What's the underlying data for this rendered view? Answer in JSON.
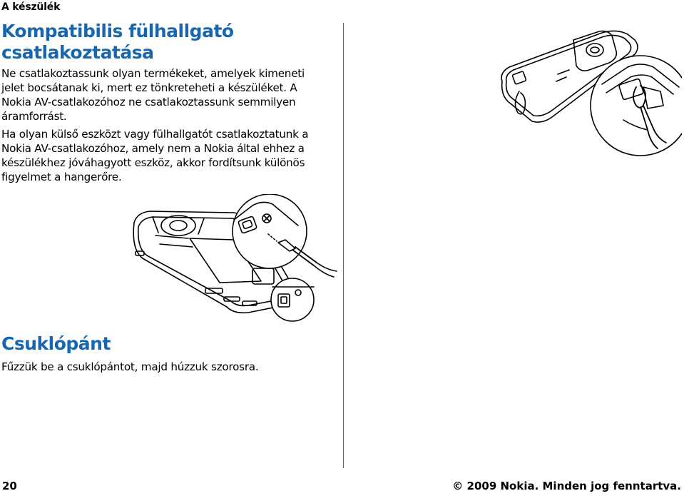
{
  "header": {
    "section": "A készülék"
  },
  "sections": {
    "headphones": {
      "title_line1": "Kompatibilis fülhallgató",
      "title_line2": "csatlakoztatása",
      "p1": [
        "Ne csatlakoztassunk olyan termékeket, amelyek kimeneti",
        "jelet bocsátanak ki, mert ez tönkreteheti a készüléket. A",
        "Nokia AV-csatlakozóhoz ne csatlakoztassunk semmilyen",
        "áramforrást."
      ],
      "p2": [
        "Ha olyan külső eszközt vagy fülhallgatót csatlakoztatunk a",
        "Nokia AV-csatlakozóhoz, amely nem a Nokia által ehhez a",
        "készülékhez jóváhagyott eszköz, akkor fordítsunk különös",
        "figyelmet a hangerőre."
      ]
    },
    "wrist_strap": {
      "title": "Csuklópánt",
      "p1": "Fűzzük be a csuklópántot, majd húzzuk szorosra."
    }
  },
  "footer": {
    "page_number": "20",
    "copyright": "© 2009 Nokia. Minden jog fenntartva."
  },
  "illustrations": {
    "headphone": "phone-headphone-connector-illustration",
    "strap": "phone-wrist-strap-illustration"
  }
}
